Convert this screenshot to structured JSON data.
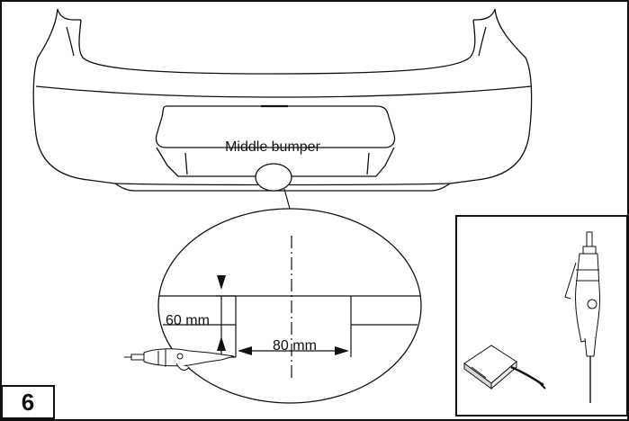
{
  "diagram": {
    "part_label": "Middle bumper",
    "dim_height": "60 mm",
    "dim_width": "80 mm",
    "step_number": "6"
  }
}
